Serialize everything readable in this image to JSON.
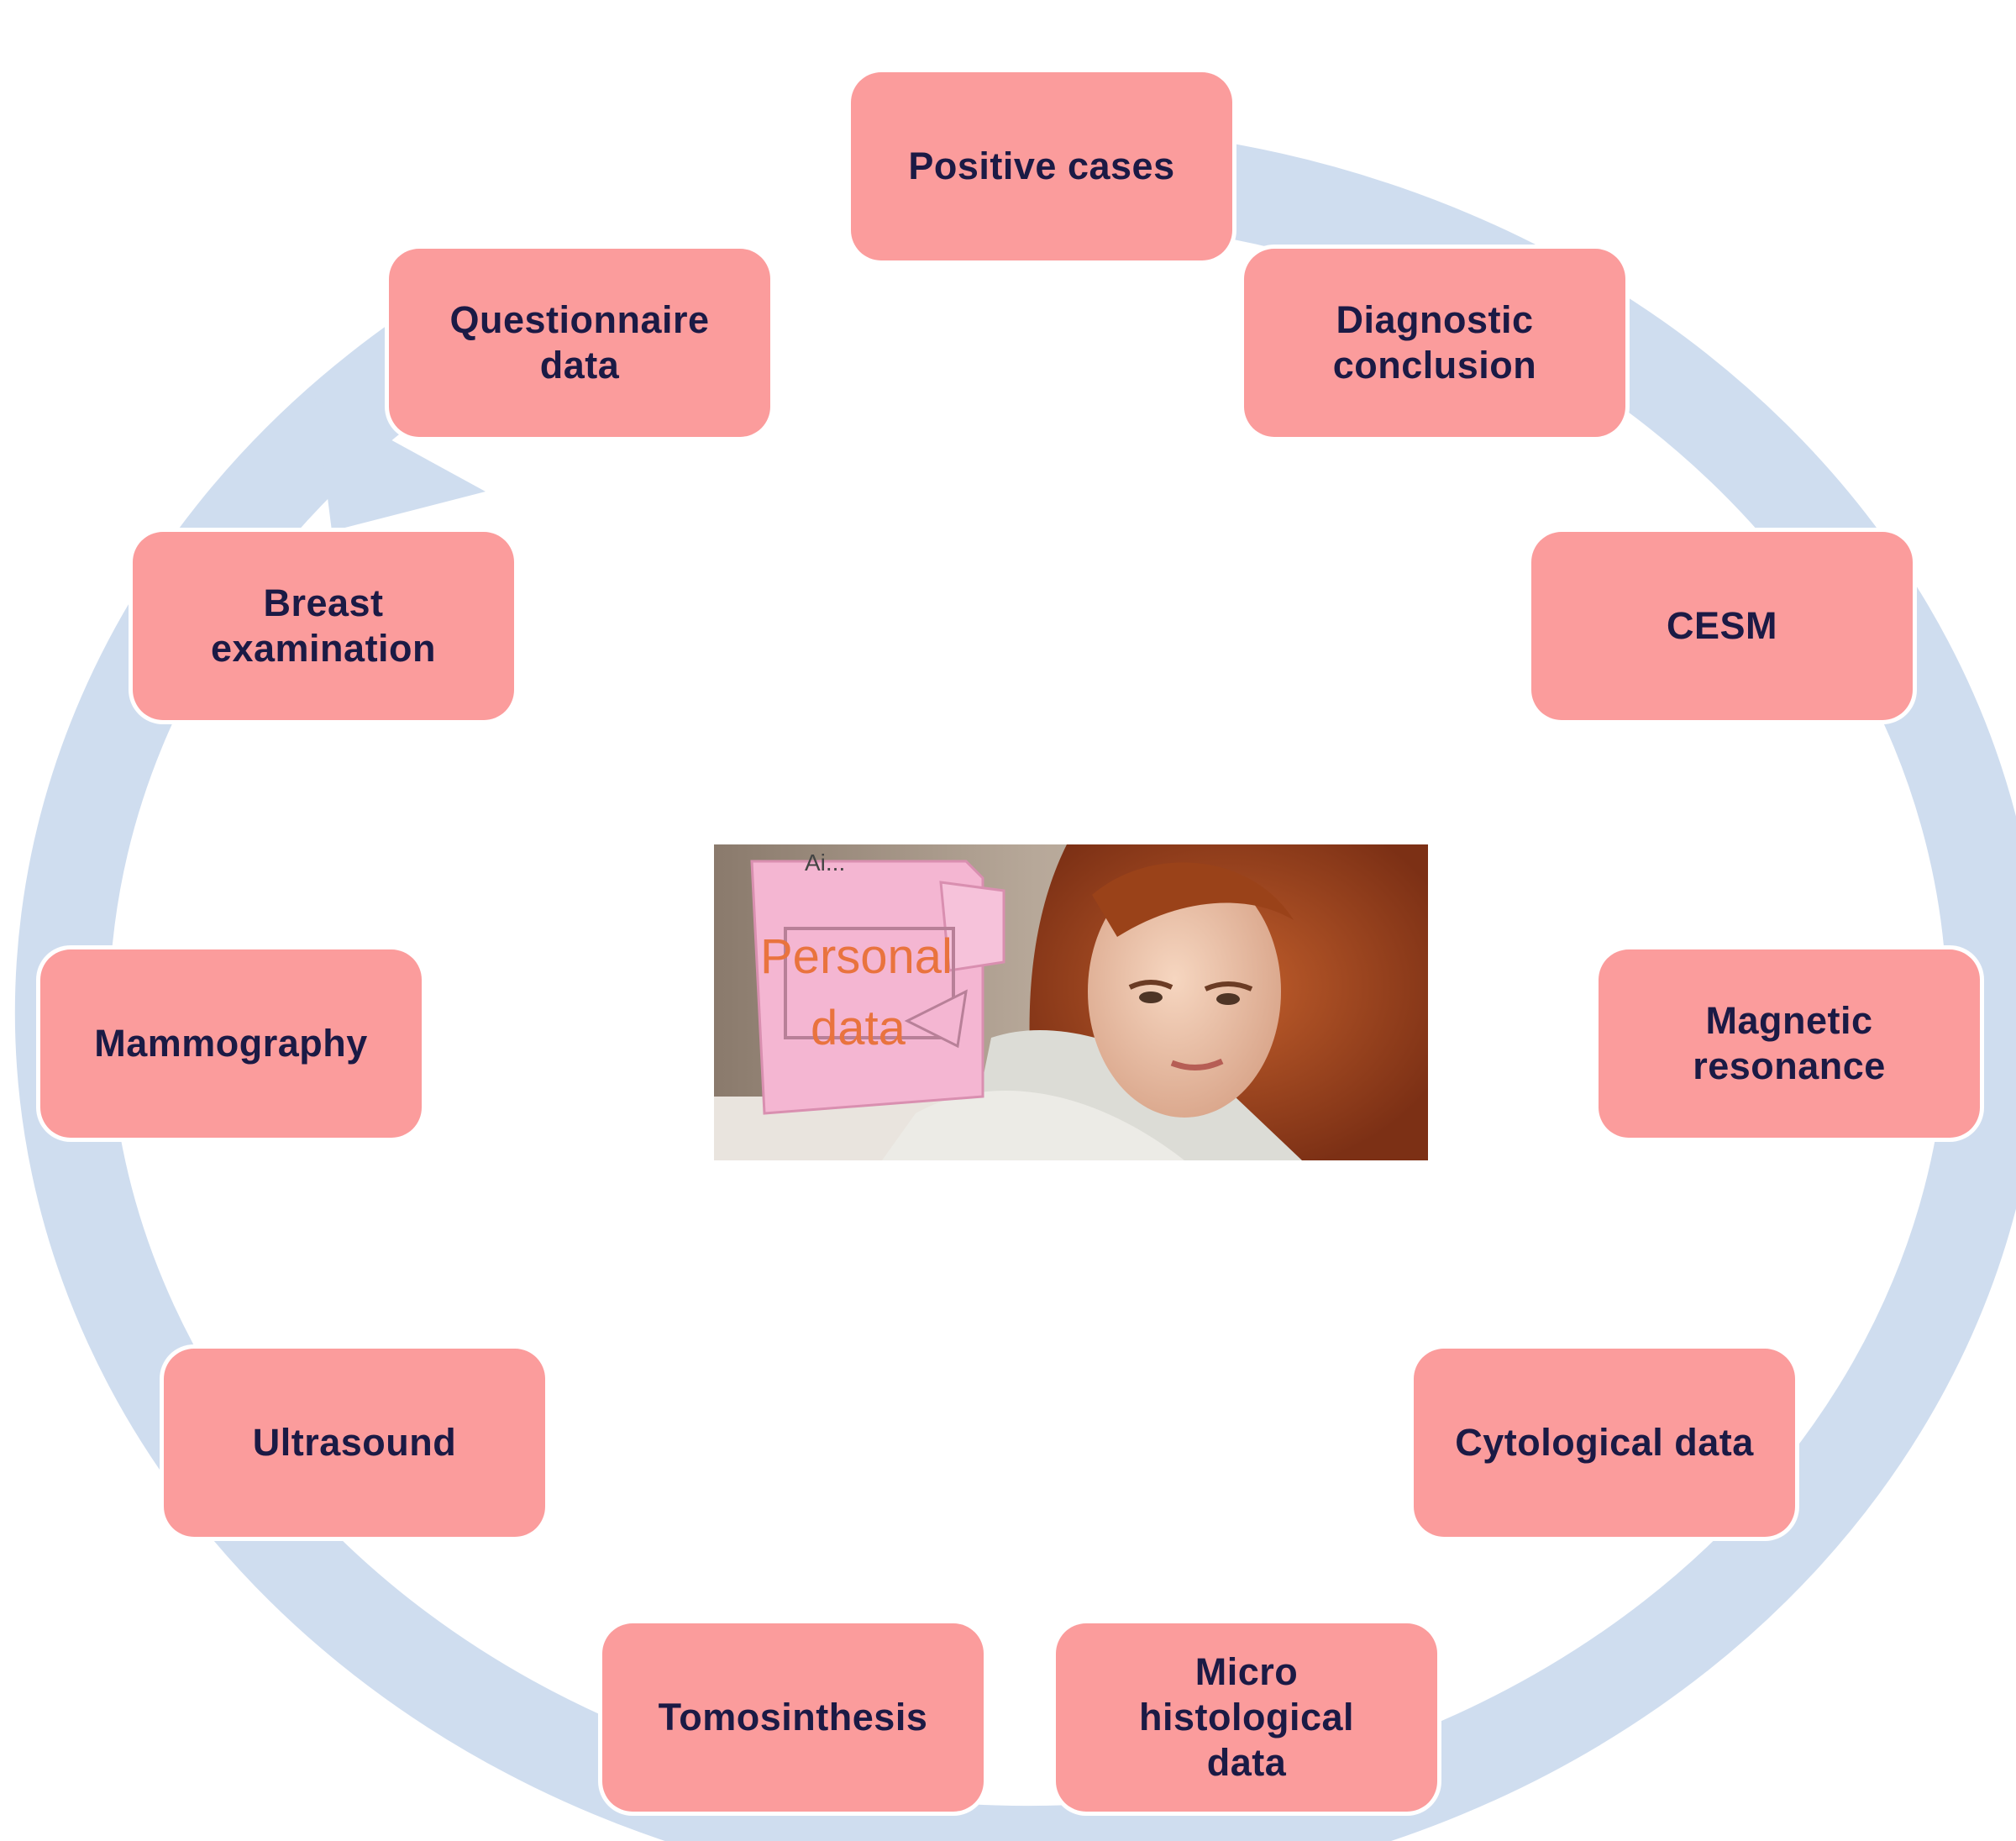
{
  "diagram": {
    "colors": {
      "node_fill": "#fb9c9c",
      "node_text": "#1b1a45",
      "ring": "#cfddef",
      "folder": "#f4b6d2",
      "folder_text": "#e9733e"
    },
    "nodes": [
      {
        "id": "positive-cases",
        "label": "Positive  cases"
      },
      {
        "id": "diagnostic-conclusion",
        "label": "Diagnostic\nconclusion"
      },
      {
        "id": "cesm",
        "label": "CESM"
      },
      {
        "id": "magnetic-resonance",
        "label": "Magnetic\nresonance"
      },
      {
        "id": "cytological-data",
        "label": "Cytological  data"
      },
      {
        "id": "micro-histological-data",
        "label": "Micro\nhistological\ndata"
      },
      {
        "id": "tomosinthesis",
        "label": "Tomosinthesis"
      },
      {
        "id": "ultrasound",
        "label": "Ultrasound"
      },
      {
        "id": "mammography",
        "label": "Mammography"
      },
      {
        "id": "breast-examination",
        "label": "Breast\nexamination"
      },
      {
        "id": "questionnaire-data",
        "label": "Questionnaire\ndata"
      }
    ],
    "center": {
      "image": "woman-portrait-photo",
      "folder_label_line1": "Personal",
      "folder_label_line2": "data",
      "folder_tab_text": "Ai..."
    }
  }
}
